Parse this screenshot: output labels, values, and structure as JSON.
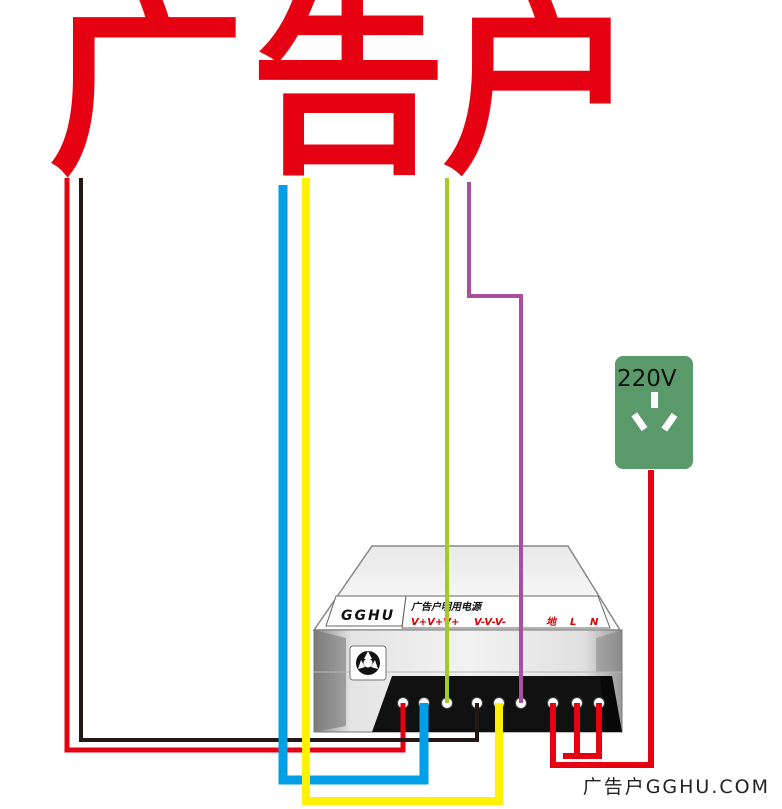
{
  "title_chars": [
    "广",
    "告",
    "户"
  ],
  "outlet": {
    "voltage_label": "220V",
    "color": "#5a9a6a"
  },
  "psu": {
    "brand": "GGHU",
    "product_name": "广告户明用电源",
    "terminal_labels": [
      "V+V+V+",
      "V-V-V-",
      "地",
      "L",
      "N"
    ]
  },
  "footer_watermark": "广告户GGHU.COM",
  "colors": {
    "title": "#e50012",
    "wire_red": "#e50012",
    "wire_black": "#231815",
    "wire_blue": "#00a0e9",
    "wire_yellow": "#fff100",
    "wire_green": "#a5c926",
    "wire_purple": "#a94f9e"
  }
}
